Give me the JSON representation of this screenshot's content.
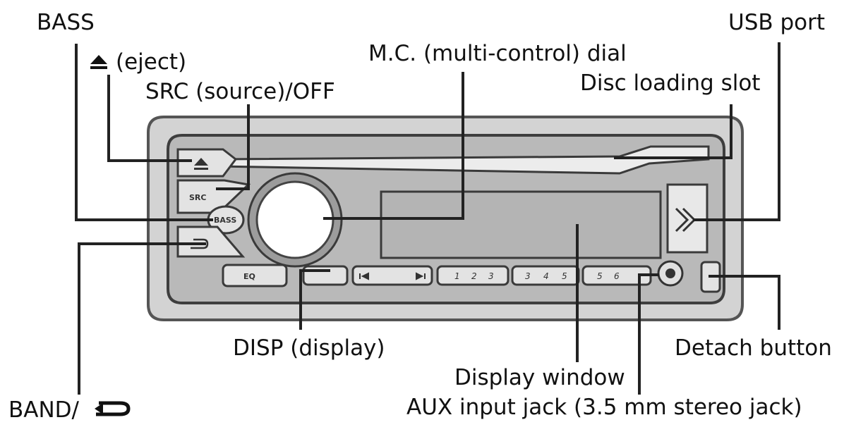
{
  "labels": {
    "bass": "BASS",
    "eject": "(eject)",
    "src": "SRC (source)/OFF",
    "mc_dial": "M.C. (multi-control) dial",
    "usb_port": "USB port",
    "disc_slot": "Disc loading slot",
    "disp": "DISP (display)",
    "display_window": "Display window",
    "aux_jack": "AUX input jack (3.5 mm stereo jack)",
    "detach_button": "Detach button",
    "band": "BAND/"
  },
  "buttons": {
    "src": "SRC",
    "bass": "BASS",
    "eq": "EQ",
    "preset_1": "1",
    "preset_2": "2",
    "preset_3": "3",
    "preset_4": "4",
    "preset_5": "5",
    "preset_6": "6"
  },
  "icons": [
    "eject-icon",
    "band-return-icon",
    "prev-track-icon",
    "next-track-icon",
    "usb-icon"
  ],
  "colors": {
    "line": "#222222",
    "face": "#b9b9b9",
    "bezel": "#d3d3d3"
  }
}
